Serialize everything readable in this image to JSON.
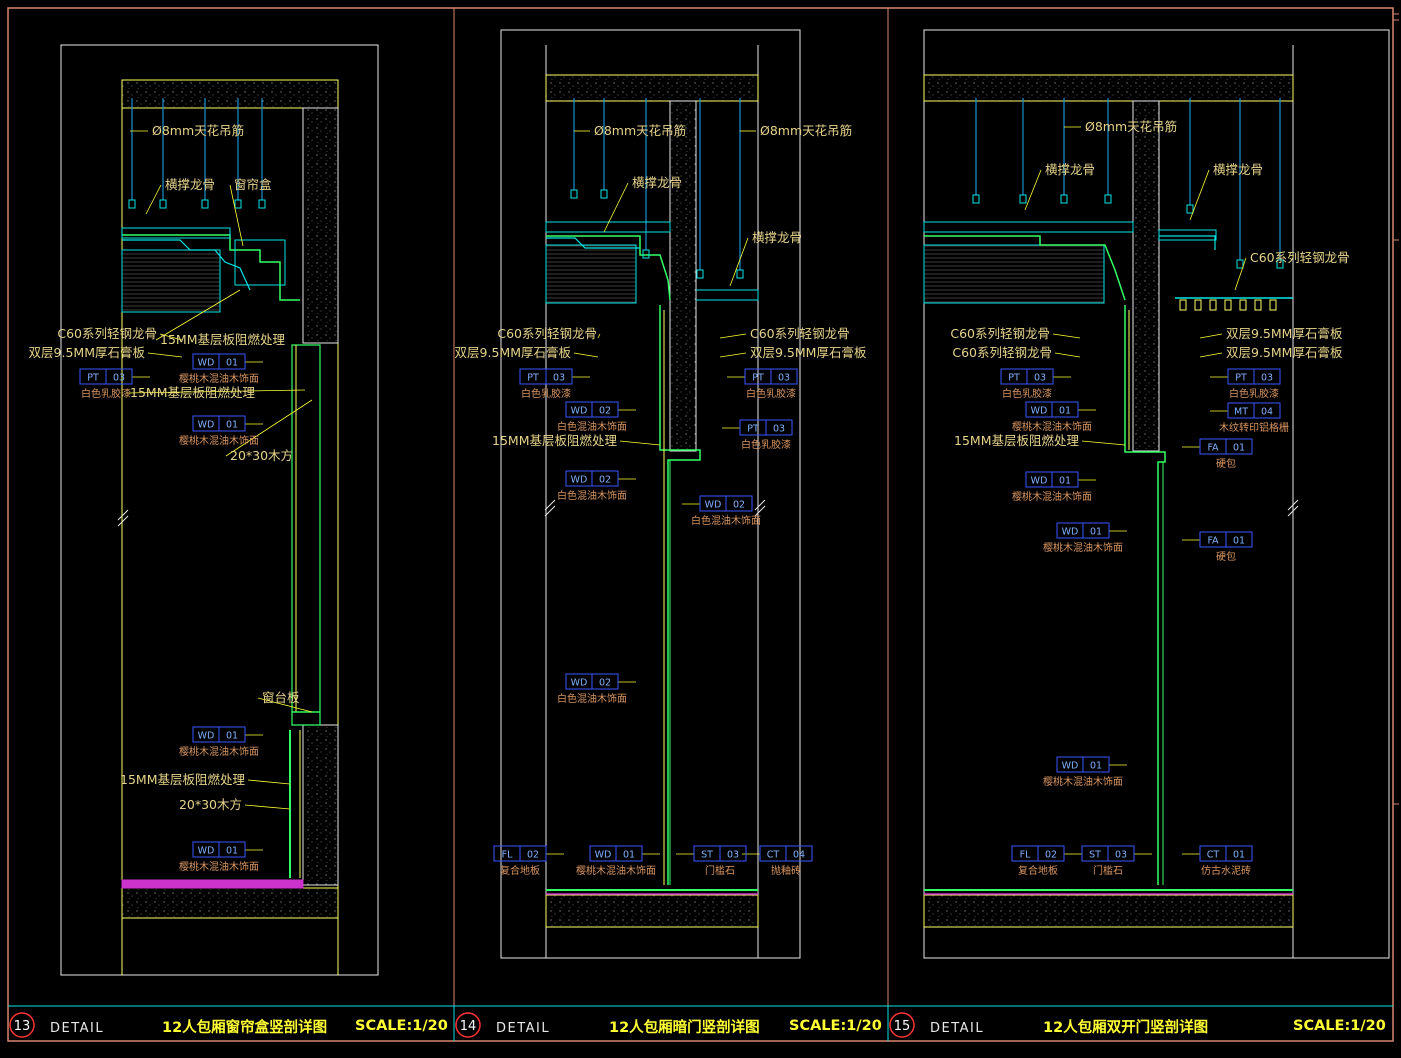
{
  "colors": {
    "frame": "#d9876e",
    "outline": "#e8e8e8",
    "wall": "#ffff66",
    "panel": "#33ff66",
    "cyan": "#00e5e5",
    "blue": "#3a5cff",
    "rod": "#1b8fd0",
    "leader": "#ffff33",
    "label": "#e6d38a",
    "sublabel": "#d89560",
    "tagbox": "#3a56ff",
    "magenta": "#cc33cc",
    "title": "#ffff33",
    "number_ring": "#ff3333"
  },
  "sheets": [
    {
      "number": "13",
      "detail_label": "DETAIL",
      "title": "12人包厢窗帘盒竖剖详图",
      "scale": "SCALE:1/20",
      "labels": [
        "Ø8mm天花吊筋",
        "横撑龙骨",
        "窗帘盒",
        "C60系列轻钢龙骨",
        "15MM基层板阻燃处理",
        "双层9.5MM厚石膏板",
        "15MM基层板阻燃处理",
        "20*30木方",
        "窗台板",
        "15MM基层板阻燃处理",
        "20*30木方"
      ],
      "tags": [
        {
          "code": "PT",
          "no": "03",
          "desc": "白色乳胶漆"
        },
        {
          "code": "WD",
          "no": "01",
          "desc": "樱桃木混油木饰面"
        },
        {
          "code": "WD",
          "no": "01",
          "desc": "樱桃木混油木饰面"
        },
        {
          "code": "WD",
          "no": "01",
          "desc": "樱桃木混油木饰面"
        },
        {
          "code": "WD",
          "no": "01",
          "desc": "樱桃木混油木饰面"
        }
      ]
    },
    {
      "number": "14",
      "detail_label": "DETAIL",
      "title": "12人包厢暗门竖剖详图",
      "scale": "SCALE:1/20",
      "labels": [
        "Ø8mm天花吊筋",
        "Ø8mm天花吊筋",
        "横撑龙骨",
        "横撑龙骨",
        "C60系列轻钢龙骨",
        "双层9.5MM厚石膏板",
        "C60系列轻钢龙骨",
        "双层9.5MM厚石膏板",
        "15MM基层板阻燃处理"
      ],
      "tags": [
        {
          "code": "PT",
          "no": "03",
          "desc": "白色乳胶漆"
        },
        {
          "code": "PT",
          "no": "03",
          "desc": "白色乳胶漆"
        },
        {
          "code": "WD",
          "no": "02",
          "desc": "白色混油木饰面"
        },
        {
          "code": "PT",
          "no": "03",
          "desc": "白色乳胶漆"
        },
        {
          "code": "WD",
          "no": "02",
          "desc": "白色混油木饰面"
        },
        {
          "code": "WD",
          "no": "02",
          "desc": "白色混油木饰面"
        },
        {
          "code": "WD",
          "no": "02",
          "desc": "白色混油木饰面"
        },
        {
          "code": "FL",
          "no": "02",
          "desc": "复合地板"
        },
        {
          "code": "WD",
          "no": "01",
          "desc": "樱桃木混油木饰面"
        },
        {
          "code": "ST",
          "no": "03",
          "desc": "门槛石"
        },
        {
          "code": "CT",
          "no": "04",
          "desc": "抛釉砖"
        }
      ]
    },
    {
      "number": "15",
      "detail_label": "DETAIL",
      "title": "12人包厢双开门竖剖详图",
      "scale": "SCALE:1/20",
      "labels": [
        "Ø8mm天花吊筋",
        "横撑龙骨",
        "横撑龙骨",
        "C60系列轻钢龙骨",
        "C60系列轻钢龙骨",
        "双层9.5MM厚石膏板",
        "C60系列轻钢龙骨",
        "双层9.5MM厚石膏板",
        "15MM基层板阻燃处理"
      ],
      "tags": [
        {
          "code": "PT",
          "no": "03",
          "desc": "白色乳胶漆"
        },
        {
          "code": "PT",
          "no": "03",
          "desc": "白色乳胶漆"
        },
        {
          "code": "WD",
          "no": "01",
          "desc": "樱桃木混油木饰面"
        },
        {
          "code": "MT",
          "no": "04",
          "desc": "木纹转印铝格栅"
        },
        {
          "code": "FA",
          "no": "01",
          "desc": "硬包"
        },
        {
          "code": "WD",
          "no": "01",
          "desc": "樱桃木混油木饰面"
        },
        {
          "code": "WD",
          "no": "01",
          "desc": "樱桃木混油木饰面"
        },
        {
          "code": "FA",
          "no": "01",
          "desc": "硬包"
        },
        {
          "code": "WD",
          "no": "01",
          "desc": "樱桃木混油木饰面"
        },
        {
          "code": "FL",
          "no": "02",
          "desc": "复合地板"
        },
        {
          "code": "ST",
          "no": "03",
          "desc": "门槛石"
        },
        {
          "code": "CT",
          "no": "01",
          "desc": "仿古水泥砖"
        }
      ]
    }
  ]
}
